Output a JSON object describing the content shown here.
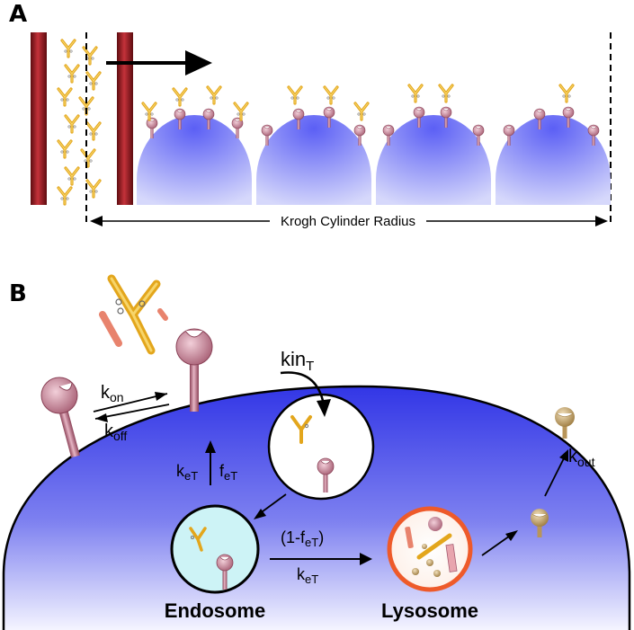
{
  "panels": {
    "a": "A",
    "b": "B"
  },
  "panel_a": {
    "krogh_label": "Krogh Cylinder Radius"
  },
  "panel_b": {
    "kin": {
      "main": "kin",
      "sub": "T"
    },
    "kon": {
      "main": "k",
      "sub": "on"
    },
    "koff": {
      "main": "k",
      "sub": "off"
    },
    "ket_left": {
      "main": "k",
      "sub": "eT"
    },
    "fet_left": {
      "main": "f",
      "sub": "eT"
    },
    "frac": {
      "open": "(1-",
      "main": "f",
      "sub": "eT",
      "close": ")"
    },
    "ket_bottom": {
      "main": "k",
      "sub": "eT"
    },
    "kout": {
      "main": "k",
      "sub": "out"
    },
    "endosome_label": "Endosome",
    "lysosome_label": "Lysosome"
  },
  "colors": {
    "vessel": "#9e1b22",
    "cell_blue": "#3a3ee8",
    "receptor": "#c67f95",
    "antibody": "#e3a61c",
    "endosome_fill": "#cdf3f6",
    "lysosome_ring": "#ee5a2a",
    "degraded": "#c9a66b"
  }
}
